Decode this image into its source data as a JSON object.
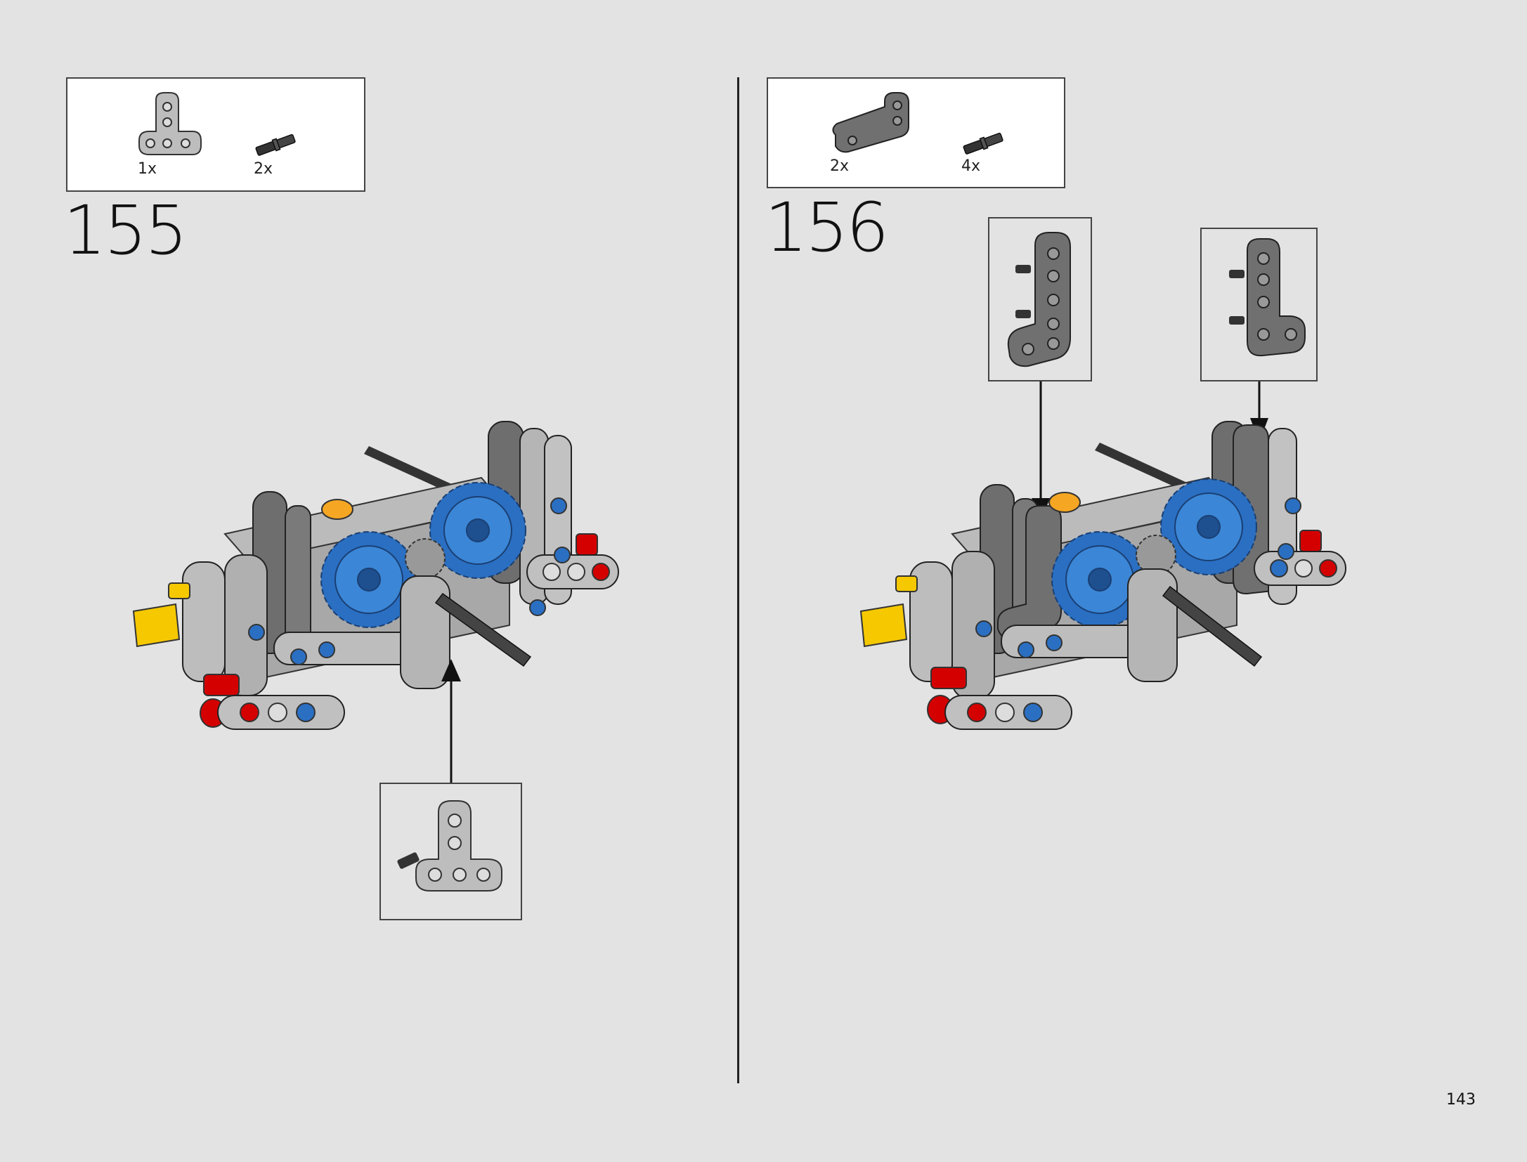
{
  "steps": [
    {
      "number": "155",
      "parts": [
        {
          "qty": "1x",
          "icon": "t-beam-icon"
        },
        {
          "qty": "2x",
          "icon": "friction-pin-icon"
        }
      ]
    },
    {
      "number": "156",
      "parts": [
        {
          "qty": "2x",
          "icon": "l-beam-icon"
        },
        {
          "qty": "4x",
          "icon": "friction-pin-icon"
        }
      ]
    }
  ],
  "page_number": "143",
  "colors": {
    "background": "#e3e3e3",
    "light_gray": "#b9b9b9",
    "dark_gray": "#707070",
    "blue": "#2a6fc2",
    "red": "#d40000",
    "yellow": "#f5c800",
    "orange": "#f5a623"
  }
}
